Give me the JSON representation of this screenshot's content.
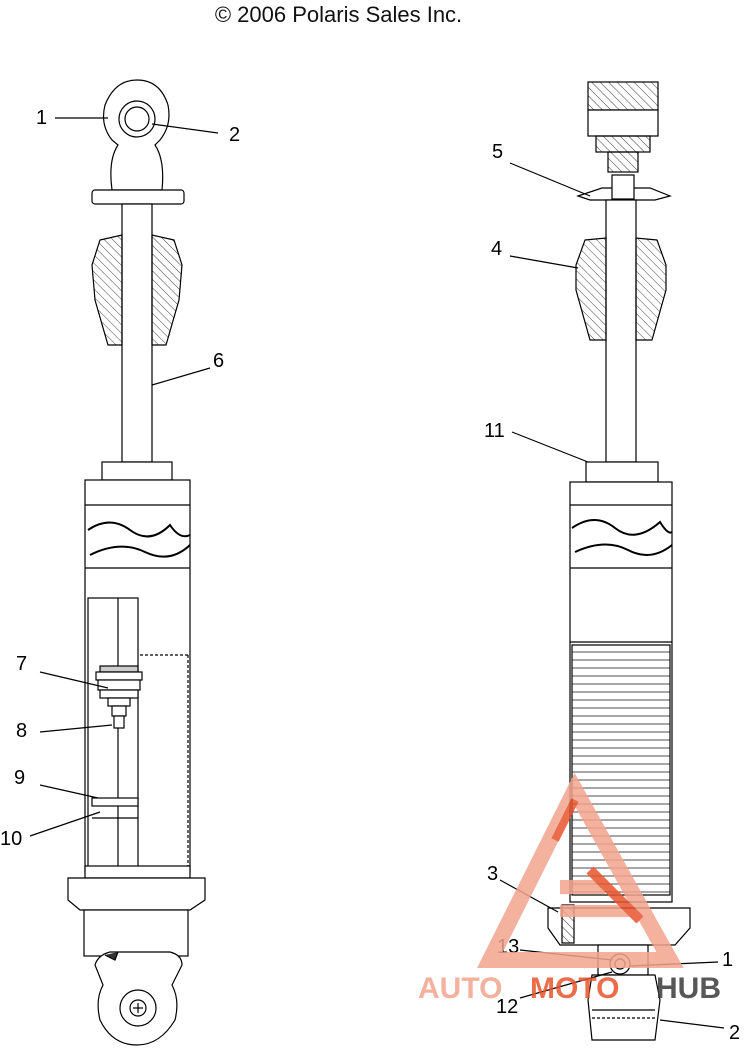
{
  "copyright": "© 2006 Polaris Sales Inc.",
  "watermark": {
    "left": "AUTO",
    "middle": "MOTO",
    "right": "HUB",
    "color_primary": "#e8542c",
    "color_secondary": "#f2a48e",
    "color_dark": "#3a3a3a"
  },
  "callouts": {
    "left_1": "1",
    "left_2": "2",
    "left_6": "6",
    "left_7": "7",
    "left_8": "8",
    "left_9": "9",
    "left_10": "10",
    "right_5": "5",
    "right_4": "4",
    "right_11": "11",
    "right_3": "3",
    "right_13": "13",
    "right_1": "1",
    "right_12": "12",
    "right_2": "2"
  },
  "line_color": "#000000",
  "hatch_color": "#555555"
}
